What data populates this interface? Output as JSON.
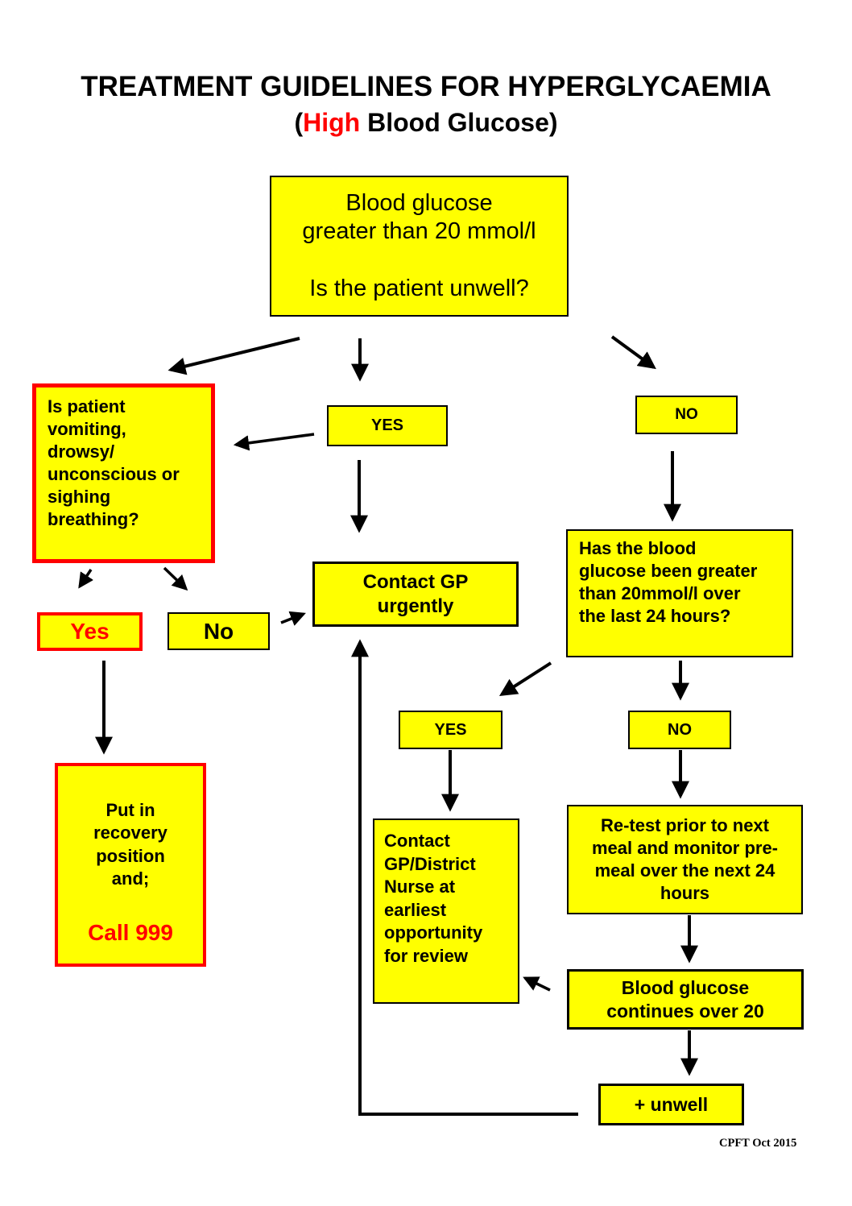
{
  "page": {
    "title_line1": "TREATMENT GUIDELINES FOR HYPERGLYCAEMIA",
    "title_line2_open": "(",
    "title_line2_highlight": "High",
    "title_line2_rest": " Blood Glucose)",
    "footer": "CPFT Oct 2015"
  },
  "colors": {
    "box_fill": "#FFFF00",
    "alert_red": "#FF0000",
    "text": "#000000",
    "background": "#FFFFFF"
  },
  "nodes": {
    "start": "Blood glucose\ngreater than 20 mmol/l\n\nIs the patient unwell?",
    "vomiting_question": "Is patient\nvomiting,\ndrowsy/\nunconscious or\nsighing\nbreathing?",
    "yes1": "YES",
    "no1": "NO",
    "contact_gp": "Contact GP\nurgently",
    "has_blood": "Has the blood\nglucose been greater\nthan 20mmol/l over\nthe last 24 hours?",
    "yes_red": "Yes",
    "no_black": "No",
    "yes2": "YES",
    "no2": "NO",
    "recovery_main": "Put in\nrecovery\nposition\nand;",
    "recovery_call": "Call 999",
    "contact_district": "Contact\nGP/District\nNurse at\nearliest\nopportunity\nfor review",
    "retest": "Re-test prior to next\nmeal and monitor pre-\nmeal over the next 24\nhours",
    "continues": "Blood glucose\ncontinues over 20",
    "unwell": "+ unwell"
  }
}
